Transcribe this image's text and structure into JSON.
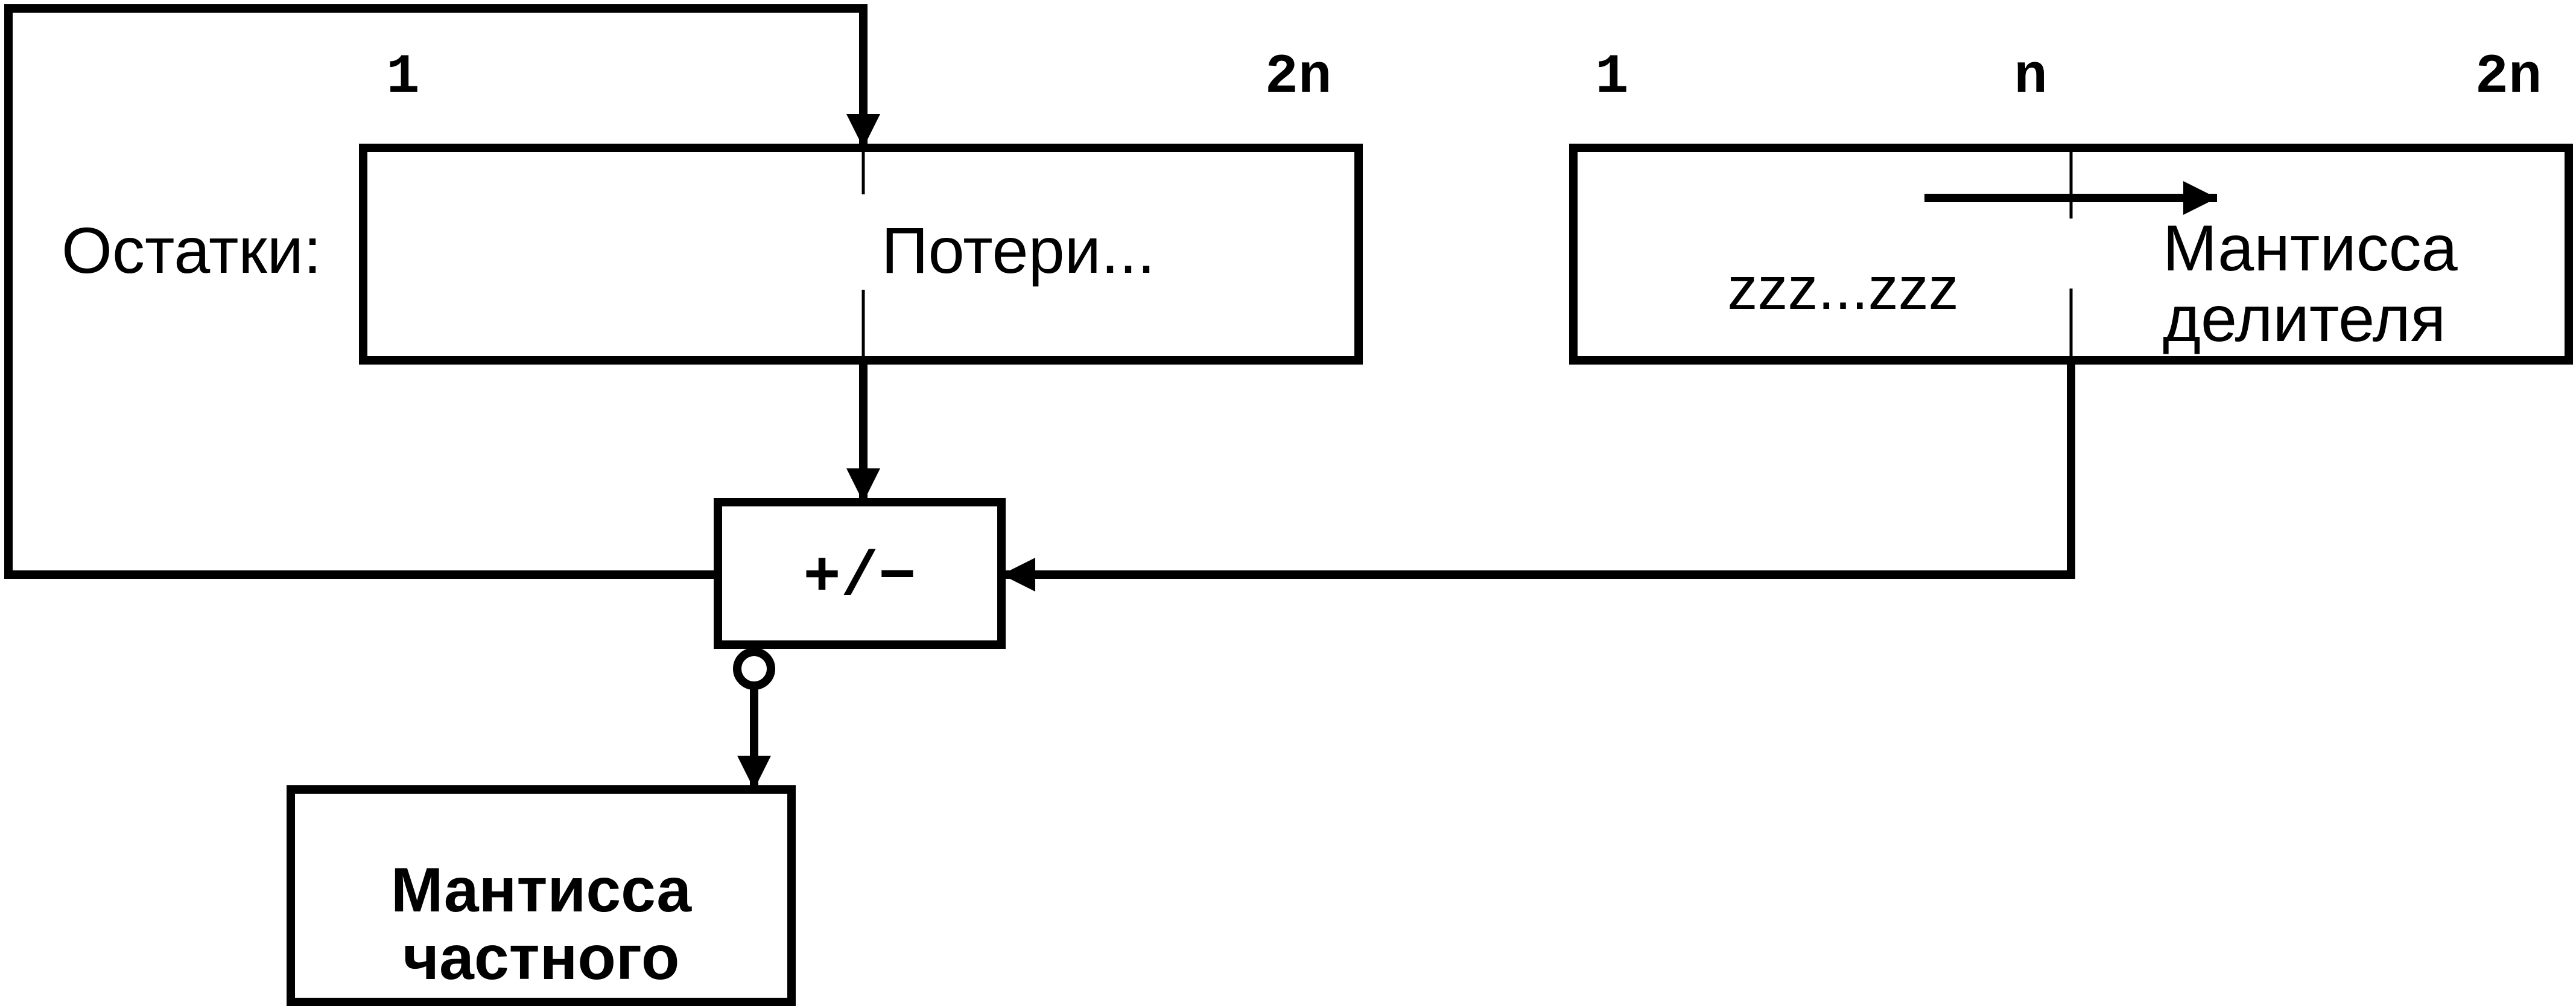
{
  "left_register": {
    "start_index": "1",
    "end_index": "2n",
    "label": "Остатки:",
    "content": "Потери..."
  },
  "right_register": {
    "start_index": "1",
    "mid_index": "n",
    "end_index": "2n",
    "zeros": "zzz...zzz",
    "divisor_line1": "Мантисса",
    "divisor_line2": "делителя"
  },
  "adder": {
    "label": "+/−"
  },
  "quotient": {
    "line1": "Мантисса",
    "line2": "частного"
  },
  "colors": {
    "stroke": "#000000",
    "background": "#ffffff"
  }
}
